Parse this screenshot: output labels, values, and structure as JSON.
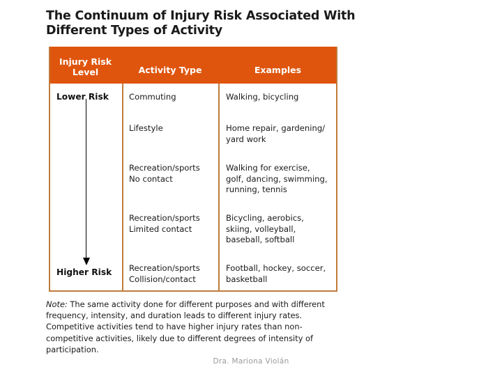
{
  "title": {
    "line1": "The Continuum of Injury Risk Associated With",
    "line2": "Different Types of Activity"
  },
  "colors": {
    "header_orange": "#DF550D",
    "border_tan": "#C07B3A",
    "text_dark": "#1a1a1a",
    "footer_gray": "#9a9a9a"
  },
  "table": {
    "headers": {
      "risk_level_line1": "Injury Risk",
      "risk_level_line2": "Level",
      "activity_type": "Activity Type",
      "examples": "Examples"
    },
    "risk_scale": {
      "low_label": "Lower Risk",
      "high_label": "Higher Risk",
      "arrow": "down-arrow"
    },
    "rows": [
      {
        "activity_line1": "Commuting",
        "activity_line2": "",
        "examples_line1": "Walking, bicycling",
        "examples_line2": "",
        "examples_line3": ""
      },
      {
        "activity_line1": "Lifestyle",
        "activity_line2": "",
        "examples_line1": "Home repair, gardening/",
        "examples_line2": "yard work",
        "examples_line3": ""
      },
      {
        "activity_line1": "Recreation/sports",
        "activity_line2": "No contact",
        "examples_line1": "Walking for exercise,",
        "examples_line2": "golf, dancing, swimming,",
        "examples_line3": "running, tennis"
      },
      {
        "activity_line1": "Recreation/sports",
        "activity_line2": "Limited contact",
        "examples_line1": "Bicycling, aerobics,",
        "examples_line2": "skiing, volleyball,",
        "examples_line3": "baseball, softball"
      },
      {
        "activity_line1": "Recreation/sports",
        "activity_line2": "Collision/contact",
        "examples_line1": "Football, hockey, soccer,",
        "examples_line2": "basketball",
        "examples_line3": ""
      }
    ]
  },
  "note": {
    "label": "Note:",
    "text": " The same activity done for different purposes and with different frequency, intensity, and duration leads to different injury rates. Competitive activities tend to have higher injury rates than non-competitive activities, likely due to different degrees of intensity of participation."
  },
  "footer": {
    "credit": "Dra. Mariona Violán"
  }
}
